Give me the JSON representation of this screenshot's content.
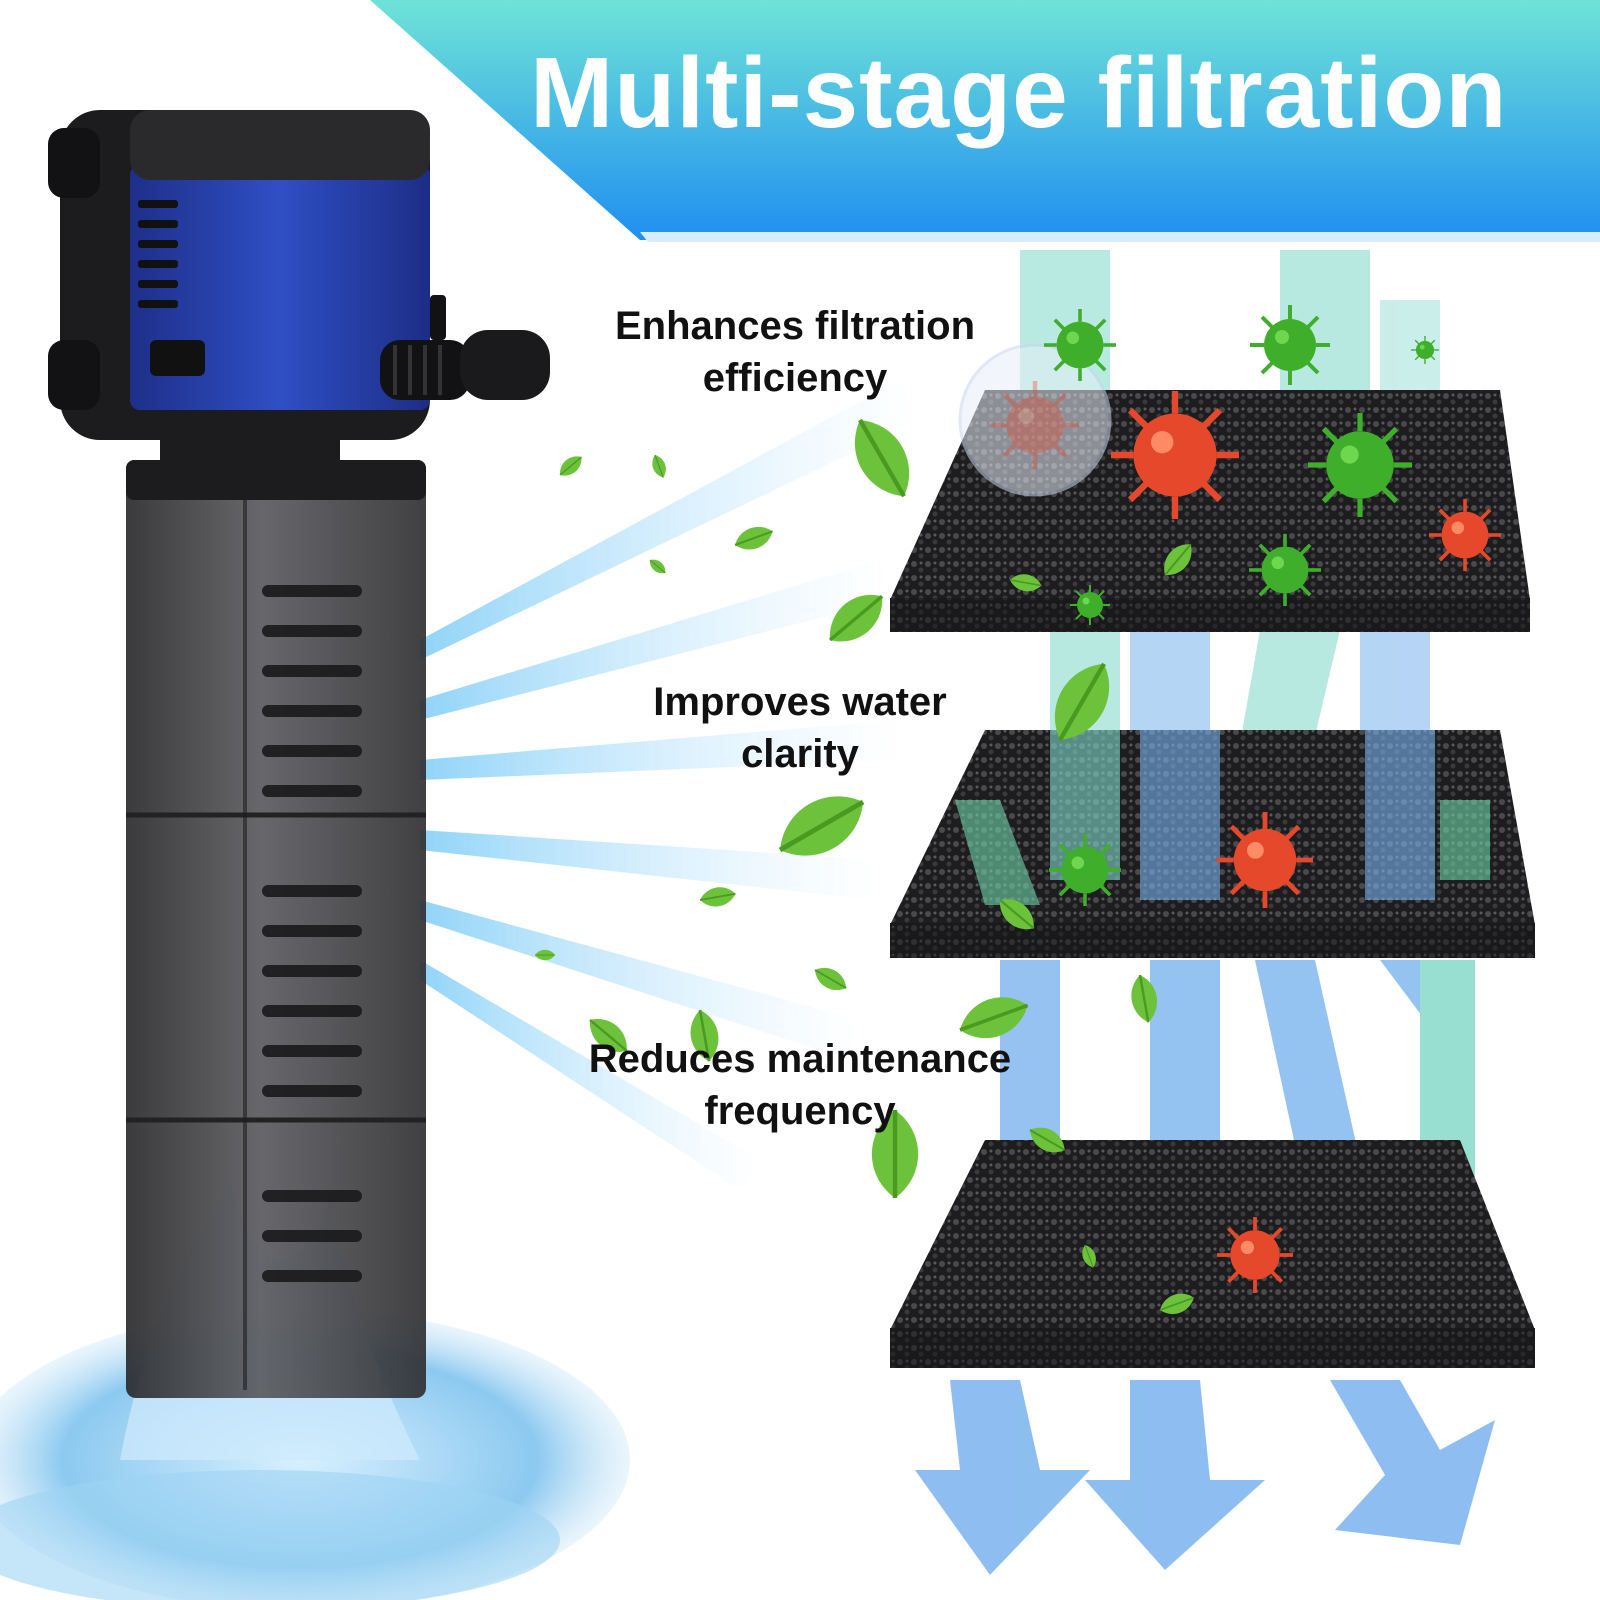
{
  "banner": {
    "title": "Multi-stage filtration",
    "gradient_top": "#6fe3d8",
    "gradient_bottom": "#1f8ff0"
  },
  "captions": {
    "stage1_line1": "Enhances filtration",
    "stage1_line2": "efficiency",
    "stage2_line1": "Improves water",
    "stage2_line2": "clarity",
    "stage3_line1": "Reduces maintenance",
    "stage3_line2": "frequency"
  },
  "colors": {
    "pump_blue": "#2846b8",
    "pump_black": "#1c1c1e",
    "sponge": "#222222",
    "germ_green": "#3fae2a",
    "germ_red": "#e5482a",
    "leaf": "#6cc23a",
    "flow_blue": "#7ab3ee",
    "flow_teal": "#7fd8c8"
  }
}
